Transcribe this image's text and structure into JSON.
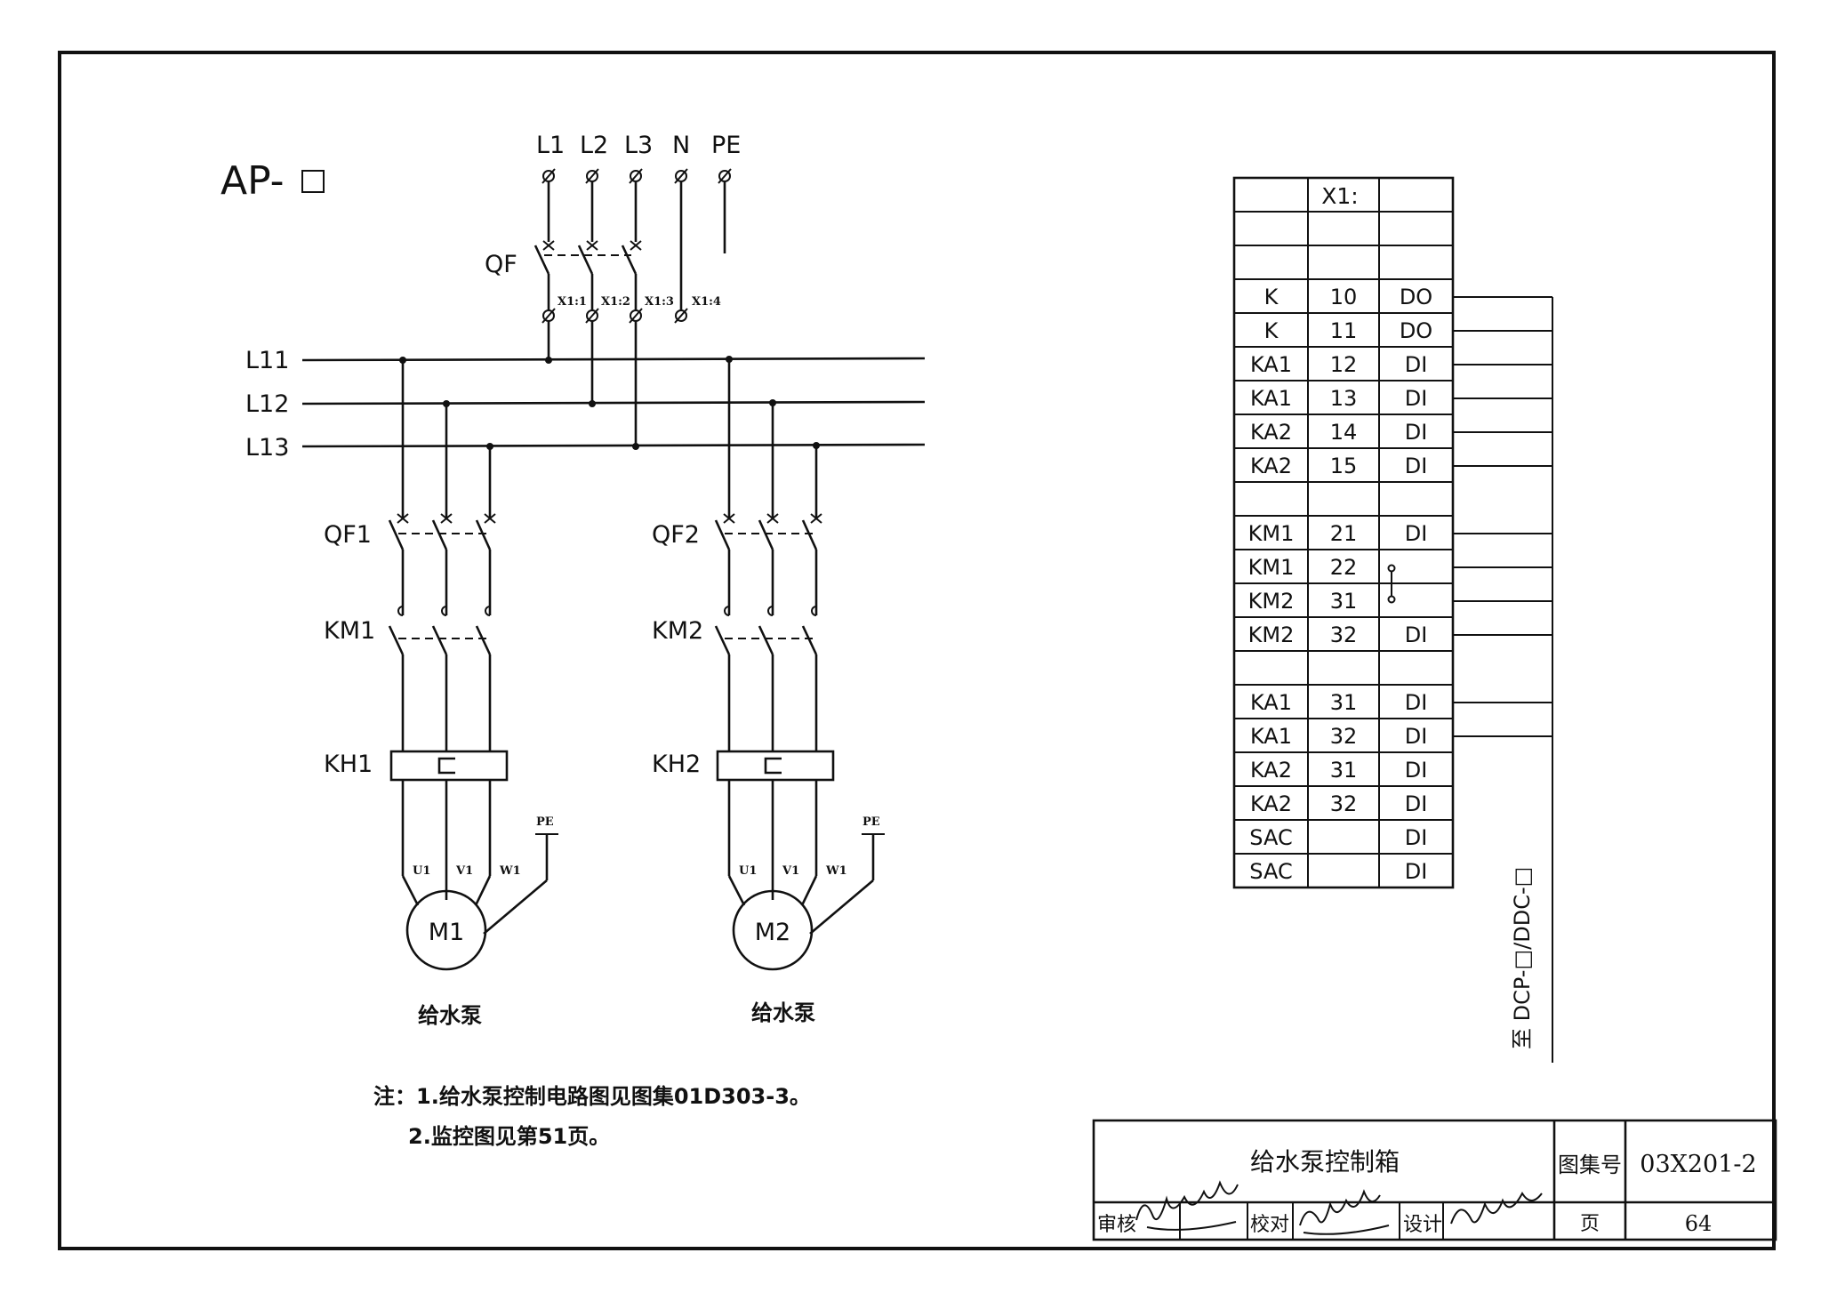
{
  "drawing": {
    "board_label": "AP-",
    "incoming_phases": [
      "L1",
      "L2",
      "L3",
      "N",
      "PE"
    ],
    "main_breaker": "QF",
    "terminal_labels": [
      "X1:1",
      "X1:2",
      "X1:3",
      "X1:4"
    ],
    "busbars": [
      "L11",
      "L12",
      "L13"
    ],
    "branch1": {
      "breaker": "QF1",
      "contactor": "KM1",
      "relay": "KH1",
      "motor": "M1",
      "terminals": [
        "U1",
        "V1",
        "W1"
      ],
      "pe": "PE",
      "caption": "给水泵"
    },
    "branch2": {
      "breaker": "QF2",
      "contactor": "KM2",
      "relay": "KH2",
      "motor": "M2",
      "terminals": [
        "U1",
        "V1",
        "W1"
      ],
      "pe": "PE",
      "caption": "给水泵"
    }
  },
  "terminal_table": {
    "header": "X1:",
    "rows": [
      {
        "dev": "",
        "num": "",
        "type": ""
      },
      {
        "dev": "",
        "num": "",
        "type": ""
      },
      {
        "dev": "K",
        "num": "10",
        "type": "DO"
      },
      {
        "dev": "K",
        "num": "11",
        "type": "DO"
      },
      {
        "dev": "KA1",
        "num": "12",
        "type": "DI"
      },
      {
        "dev": "KA1",
        "num": "13",
        "type": "DI"
      },
      {
        "dev": "KA2",
        "num": "14",
        "type": "DI"
      },
      {
        "dev": "KA2",
        "num": "15",
        "type": "DI"
      },
      {
        "dev": "",
        "num": "",
        "type": ""
      },
      {
        "dev": "KM1",
        "num": "21",
        "type": "DI"
      },
      {
        "dev": "KM1",
        "num": "22",
        "type": ""
      },
      {
        "dev": "KM2",
        "num": "31",
        "type": ""
      },
      {
        "dev": "KM2",
        "num": "32",
        "type": "DI"
      },
      {
        "dev": "",
        "num": "",
        "type": ""
      },
      {
        "dev": "KA1",
        "num": "31",
        "type": "DI"
      },
      {
        "dev": "KA1",
        "num": "32",
        "type": "DI"
      },
      {
        "dev": "KA2",
        "num": "31",
        "type": "DI"
      },
      {
        "dev": "KA2",
        "num": "32",
        "type": "DI"
      },
      {
        "dev": "SAC",
        "num": "",
        "type": "DI"
      },
      {
        "dev": "SAC",
        "num": "",
        "type": "DI"
      }
    ],
    "ddc_label": "至 DCP-□/DDC-□"
  },
  "notes": {
    "line1": "注：1.给水泵控制电路图见图集01D303-3。",
    "line2": "2.监控图见第51页。"
  },
  "title_block": {
    "title": "给水泵控制箱",
    "atlas_label": "图集号",
    "atlas_no": "03X201-2",
    "review_label": "审核",
    "check_label": "校对",
    "design_label": "设计",
    "page_label": "页",
    "page_no": "64"
  }
}
